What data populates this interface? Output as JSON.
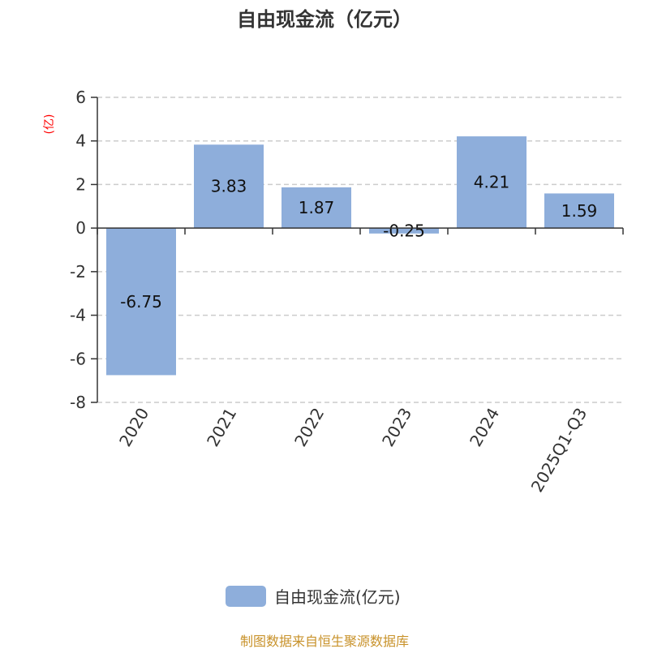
{
  "chart_data": {
    "type": "bar",
    "title": "自由现金流（亿元）",
    "ylabel": "(亿)",
    "xlabel": "",
    "categories": [
      "2020",
      "2021",
      "2022",
      "2023",
      "2024",
      "2025Q1-Q3"
    ],
    "series": [
      {
        "name": "自由现金流(亿元)",
        "values": [
          -6.75,
          3.83,
          1.87,
          -0.25,
          4.21,
          1.59
        ]
      }
    ],
    "data_labels": [
      "-6.75",
      "3.83",
      "1.87",
      "-0.25",
      "4.21",
      "1.59"
    ],
    "ylim": [
      -8,
      6
    ],
    "yticks": [
      6,
      4,
      2,
      0,
      -2,
      -4,
      -6,
      -8
    ],
    "grid": true,
    "legend_position": "bottom"
  },
  "footer": "制图数据来自恒生聚源数据库",
  "colors": {
    "bar": "#8eaedb",
    "ylabel": "#ff0000",
    "footer": "#c8922a",
    "grid": "#cccccc",
    "axis": "#333333"
  }
}
